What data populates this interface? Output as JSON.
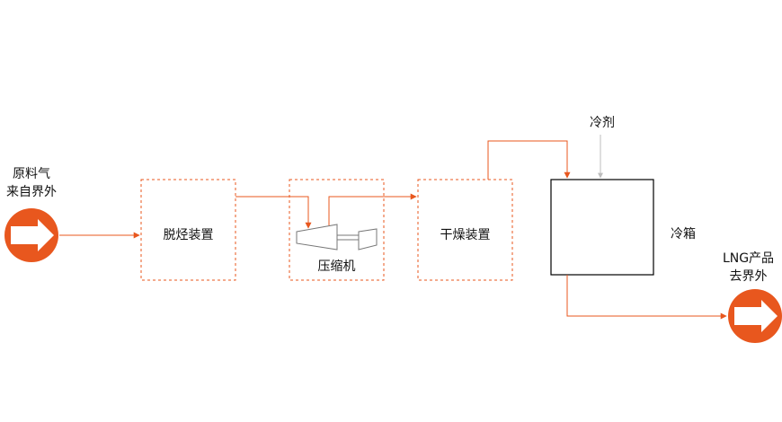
{
  "source": {
    "line1": "原料气",
    "line2": "来自界外",
    "icon": "arrow-right-circle-icon"
  },
  "units": [
    {
      "id": "dehydrocarbon",
      "label": "脱烃装置"
    },
    {
      "id": "compressor",
      "label": "压缩机"
    },
    {
      "id": "dryer",
      "label": "干燥装置"
    }
  ],
  "coldbox": {
    "label": "冷箱"
  },
  "refrigerant": {
    "label": "冷剂"
  },
  "product": {
    "line1": "LNG产品",
    "line2": "去界外",
    "icon": "arrow-right-circle-icon"
  },
  "colors": {
    "flow": "#e8571e",
    "refrigerant": "#bdbdbd",
    "box_border": "#e8571e",
    "coldbox_border": "#000000"
  }
}
